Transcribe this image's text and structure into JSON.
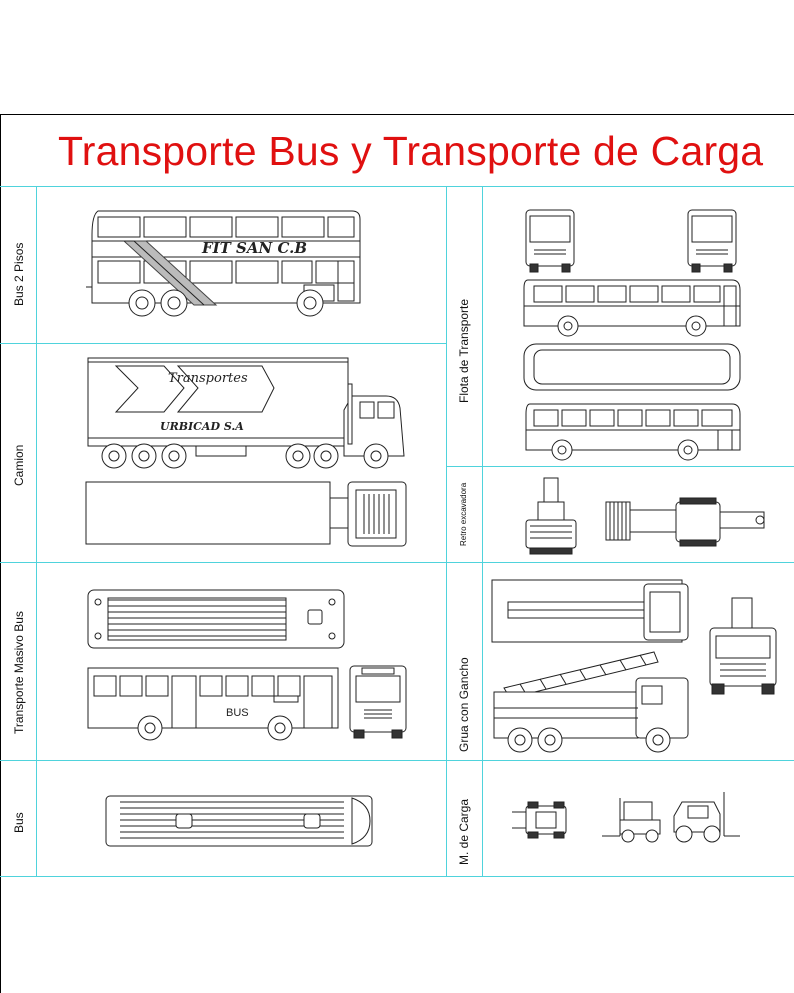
{
  "title": "Transporte Bus y Transporte de Carga",
  "colors": {
    "title": "#e01010",
    "grid": "#4fd3dc",
    "frame": "#000000"
  },
  "sections": {
    "bus_2_pisos": "Bus 2 Pisos",
    "camion": "Camion",
    "transporte_masivo_bus": "Transporte Masivo Bus",
    "bus": "Bus",
    "flota_de_transporte": "Flota de Transporte",
    "retro_excavadora": "Retro excavadora",
    "grua_con_gancho": "Grua con Gancho",
    "m_de_carga": "M. de Carga"
  },
  "drawing_text": {
    "double_decker_lettering": "FIT SAN C.B",
    "truck_trailer_line1": "Transportes",
    "truck_trailer_line2": "URBICAD S.A",
    "bus_side_label": "BUS"
  }
}
